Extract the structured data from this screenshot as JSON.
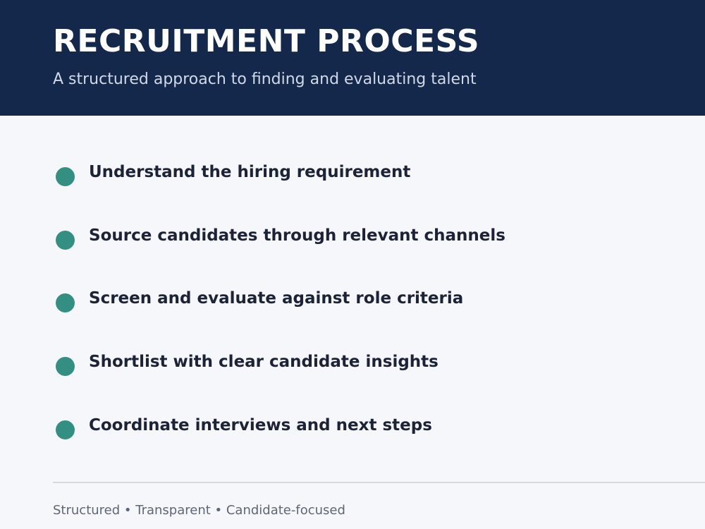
{
  "header": {
    "title": "RECRUITMENT PROCESS",
    "subtitle": "A structured approach to finding and evaluating talent"
  },
  "steps": [
    {
      "label": "Understand the hiring requirement"
    },
    {
      "label": "Source candidates through relevant channels"
    },
    {
      "label": "Screen and evaluate against role criteria"
    },
    {
      "label": "Shortlist with clear candidate insights"
    },
    {
      "label": "Coordinate interviews and next steps"
    }
  ],
  "footer": {
    "tagline": "Structured • Transparent • Candidate-focused"
  },
  "colors": {
    "header_background": "#14284b",
    "accent": "#338f82",
    "page_background": "#f5f7fb",
    "text_primary": "#1c2337",
    "text_muted": "#5e6677"
  }
}
